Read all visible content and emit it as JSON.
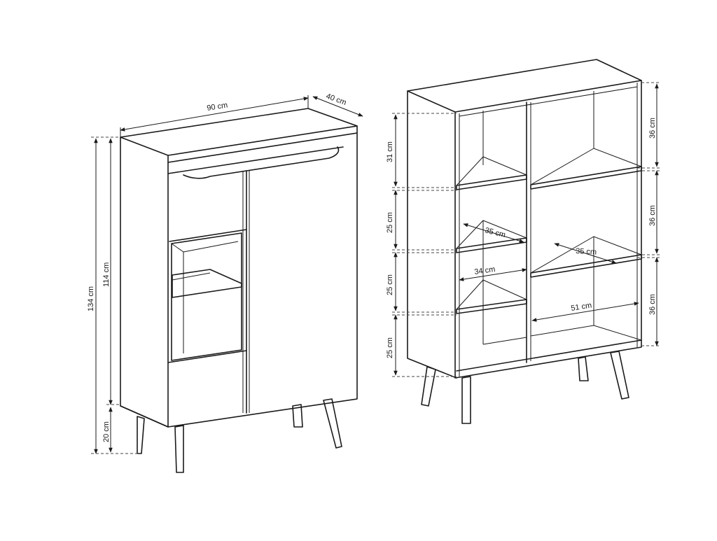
{
  "cabinet": {
    "width_label": "90 cm",
    "depth_label": "40 cm",
    "total_height_label": "134 cm",
    "body_height_label": "114 cm",
    "leg_height_label": "20 cm"
  },
  "shelf": {
    "left_heights": [
      "31 cm",
      "25 cm",
      "25 cm",
      "25 cm"
    ],
    "right_heights": [
      "36 cm",
      "36 cm",
      "36 cm"
    ],
    "inner_dims": [
      "35 cm",
      "34 cm",
      "35 cm",
      "51 cm"
    ]
  },
  "colors": {
    "line": "#1a1a1a",
    "background": "#ffffff"
  }
}
